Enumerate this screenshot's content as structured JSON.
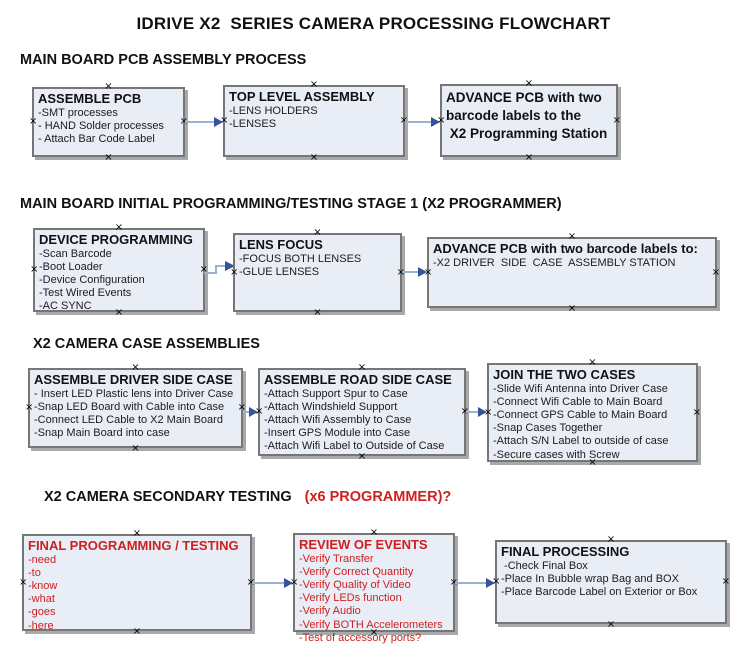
{
  "title": "IDRIVE X2  SERIES CAMERA PROCESSING FLOWCHART",
  "colors": {
    "red_accent": "#cf2020",
    "box_fill": "#e8edf6",
    "box_border": "#767676",
    "arrow_line": "#9cb0d2",
    "arrow_head": "#33549c"
  },
  "icons": {
    "connection_marker": "×"
  },
  "sections": [
    {
      "heading": "MAIN BOARD PCB ASSEMBLY PROCESS",
      "boxes": [
        {
          "title": "ASSEMBLE PCB",
          "items": [
            "-SMT processes",
            "- HAND Solder processes",
            "- Attach Bar Code Label"
          ]
        },
        {
          "title": "TOP LEVEL ASSEMBLY",
          "items": [
            "-LENS HOLDERS",
            "-LENSES"
          ]
        },
        {
          "title": "ADVANCE PCB with two\nbarcode labels to the\n X2 Programming Station",
          "items": []
        }
      ]
    },
    {
      "heading": "MAIN BOARD INITIAL PROGRAMMING/TESTING STAGE 1 (X2 PROGRAMMER)",
      "boxes": [
        {
          "title": "DEVICE PROGRAMMING",
          "items": [
            "-Scan Barcode",
            "-Boot Loader",
            "-Device Configuration",
            "-Test Wired Events",
            "-AC SYNC"
          ]
        },
        {
          "title": "LENS FOCUS",
          "items": [
            "-FOCUS BOTH LENSES",
            "-GLUE LENSES"
          ]
        },
        {
          "title": "ADVANCE PCB with two barcode labels to:",
          "items": [
            "-X2 DRIVER  SIDE  CASE  ASSEMBLY STATION"
          ]
        }
      ]
    },
    {
      "heading": "X2 CAMERA CASE ASSEMBLIES",
      "boxes": [
        {
          "title": "ASSEMBLE DRIVER SIDE CASE",
          "items": [
            "- Insert LED Plastic lens into Driver Case",
            "-Snap LED Board with Cable into Case",
            "-Connect LED Cable to X2 Main Board",
            "-Snap Main Board into case"
          ]
        },
        {
          "title": "ASSEMBLE ROAD SIDE CASE",
          "items": [
            "-Attach Support Spur to Case",
            "-Attach Windshield Support",
            "-Attach Wifi Assembly to Case",
            "-Insert GPS Module into Case",
            "-Attach Wifi Label to Outside of Case"
          ]
        },
        {
          "title": "JOIN THE TWO CASES",
          "items": [
            "-Slide Wifi Antenna into Driver Case",
            "-Connect Wifi Cable to Main Board",
            "-Connect GPS Cable to Main Board",
            "-Snap Cases Together",
            "-Attach S/N Label to outside of case",
            "-Secure cases with Screw"
          ]
        }
      ]
    },
    {
      "heading": "X2 CAMERA SECONDARY TESTING ",
      "heading_suffix": "(x6 PROGRAMMER)?",
      "boxes": [
        {
          "title": "FINAL PROGRAMMING / TESTING",
          "color": "red",
          "items": [
            "-need",
            "-to",
            "-know",
            "-what",
            "-goes",
            "-here"
          ]
        },
        {
          "title": "REVIEW OF EVENTS",
          "color": "red",
          "items": [
            "-Verify Transfer",
            "-Verify Correct Quantity",
            "-Verify Quality of Video",
            "-Verify LEDs function",
            "-Verify Audio",
            "-Verify BOTH Accelerometers",
            "-Test of accessory ports?"
          ]
        },
        {
          "title": "FINAL PROCESSING",
          "items": [
            " -Check Final Box",
            "-Place In Bubble wrap Bag and BOX",
            "-Place Barcode Label on Exterior or Box"
          ]
        }
      ]
    }
  ]
}
